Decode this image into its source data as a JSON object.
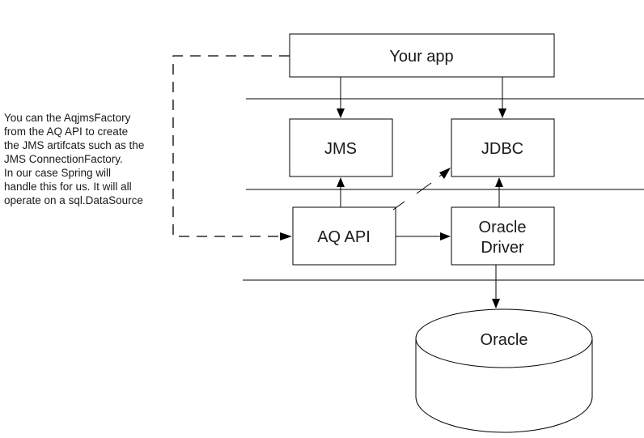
{
  "nodes": {
    "your_app": "Your app",
    "jms": "JMS",
    "jdbc": "JDBC",
    "aq_api": "AQ API",
    "oracle_driver": [
      "Oracle",
      "Driver"
    ],
    "oracle_db": "Oracle"
  },
  "note_lines": [
    "You can the AqjmsFactory",
    "from the AQ API to create",
    "the JMS artifcats such as the",
    "JMS ConnectionFactory.",
    "In our case Spring will",
    "handle this for us. It will all",
    "operate on a sql.DataSource"
  ]
}
